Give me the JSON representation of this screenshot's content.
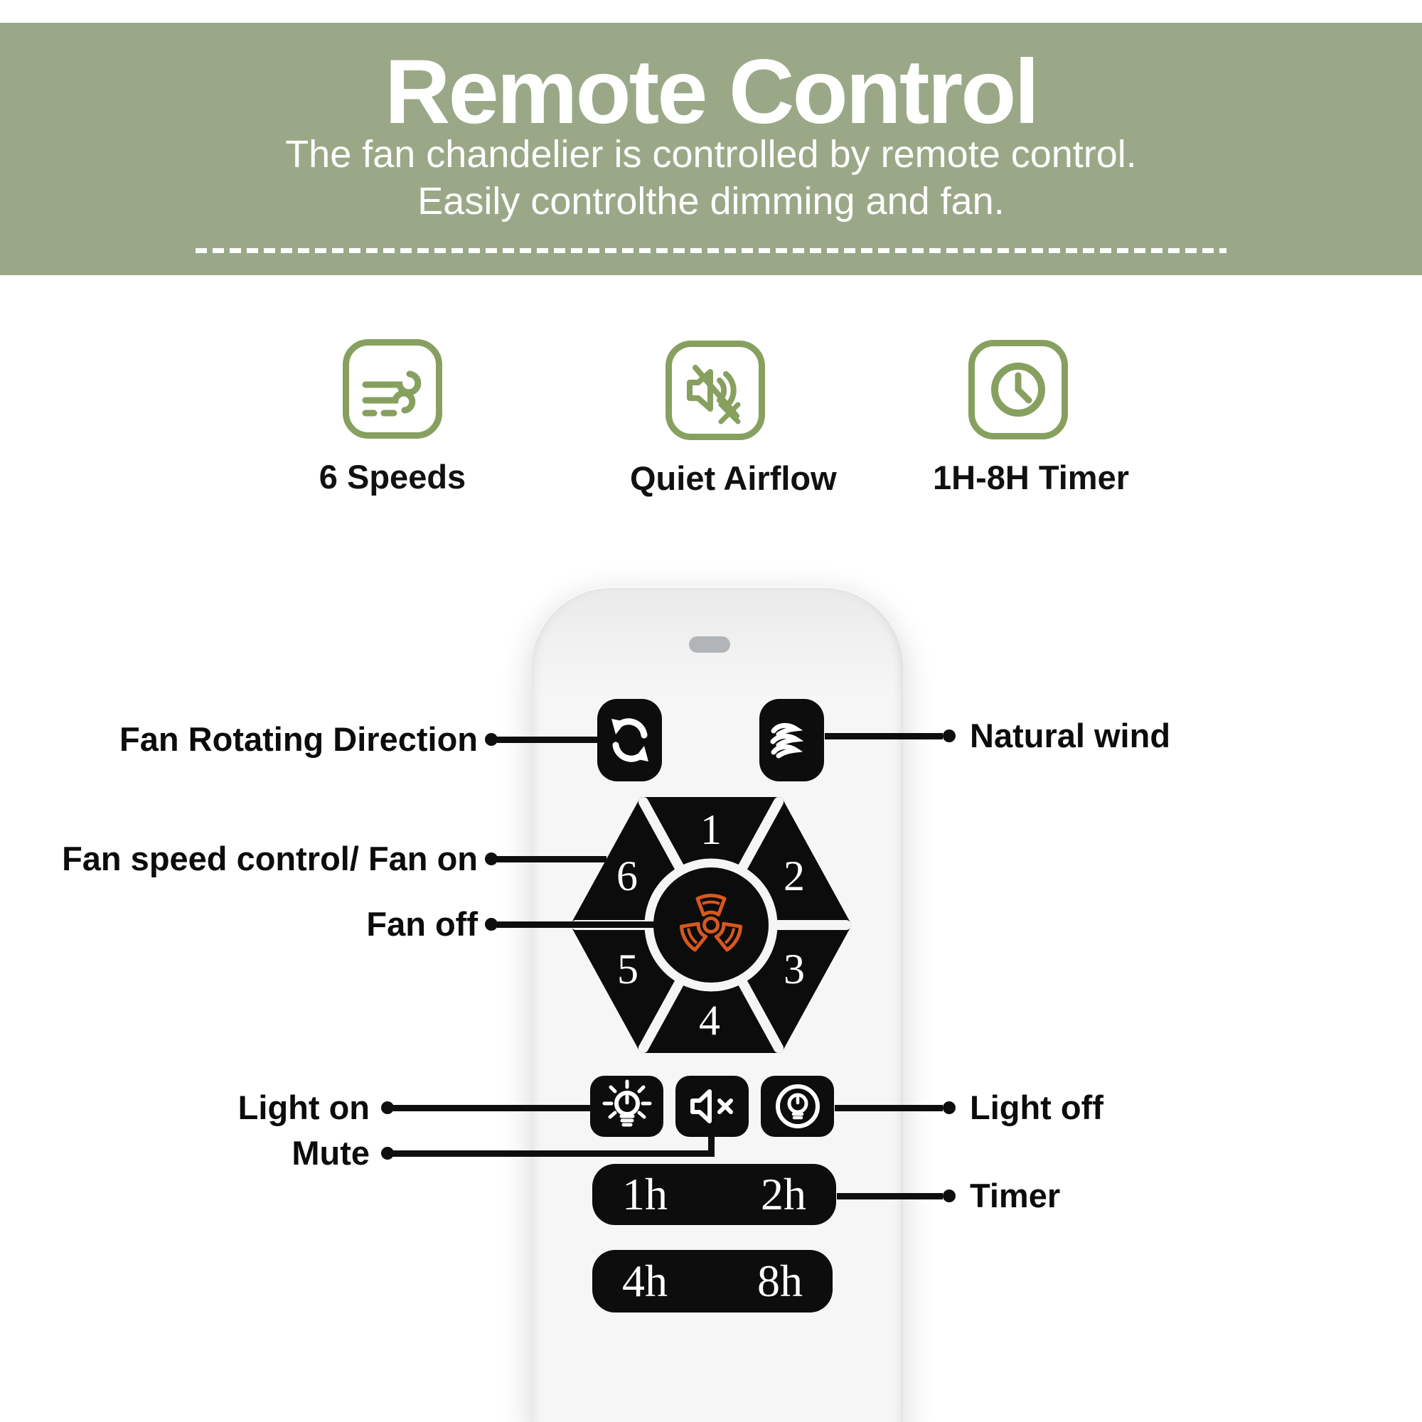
{
  "banner": {
    "title": "Remote Control",
    "subtitle_line1": "The fan chandelier is controlled by remote control.",
    "subtitle_line2": "Easily controlthe dimming and fan.",
    "bg_color": "#9aa887",
    "text_color": "#ffffff"
  },
  "features": {
    "accent_color": "#87a05f",
    "items": [
      {
        "icon": "wind-icon",
        "label": "6 Speeds"
      },
      {
        "icon": "muted-speaker-icon",
        "label": "Quiet Airflow"
      },
      {
        "icon": "clock-icon",
        "label": "1H-8H Timer"
      }
    ]
  },
  "remote": {
    "fan_center_color": "#d7581f",
    "speed_buttons": [
      "1",
      "2",
      "3",
      "4",
      "5",
      "6"
    ],
    "timer_buttons": [
      "1h",
      "2h",
      "4h",
      "8h"
    ]
  },
  "callouts": {
    "fan_rotating_direction": "Fan Rotating Direction",
    "fan_speed": "Fan speed control/ Fan on",
    "fan_off": "Fan off",
    "light_on": "Light on",
    "mute": "Mute",
    "natural_wind": "Natural wind",
    "light_off": "Light off",
    "timer": "Timer"
  }
}
